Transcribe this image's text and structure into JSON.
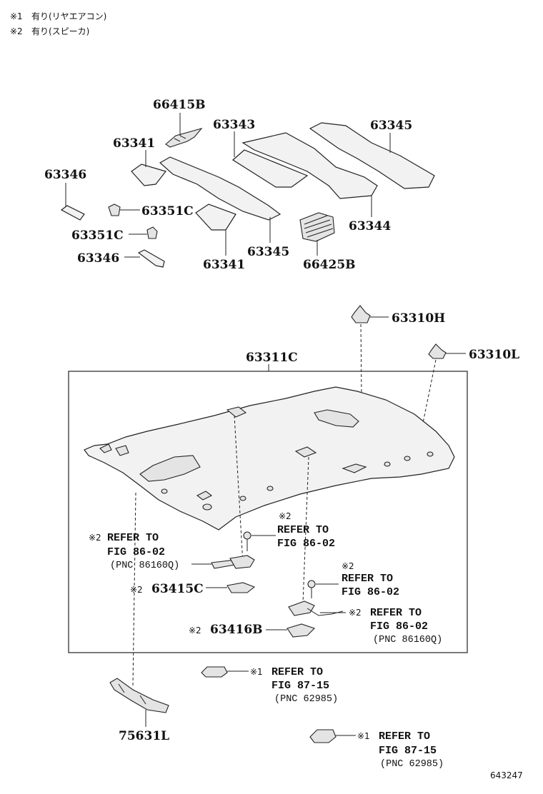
{
  "notes": [
    {
      "mark": "※1",
      "text": "有り(リヤエアコン)"
    },
    {
      "mark": "※2",
      "text": "有り(スピーカ)"
    }
  ],
  "parts": {
    "p66415B": "66415B",
    "p63343": "63343",
    "p63345_top": "63345",
    "p63341_top": "63341",
    "p63346_top": "63346",
    "p63351C_right": "63351C",
    "p63351C_left": "63351C",
    "p63346_bottom": "63346",
    "p63341_bottom": "63341",
    "p63345_bottom": "63345",
    "p66425B": "66425B",
    "p63344": "63344",
    "p63310H": "63310H",
    "p63311C": "63311C",
    "p63310L": "63310L",
    "p63415C": "63415C",
    "p63416B": "63416B",
    "p75631L": "75631L"
  },
  "marks": {
    "m2": "※2",
    "m1": "※1"
  },
  "refs": {
    "refer_to": "REFER TO",
    "fig_86_02": "FIG 86-02",
    "fig_87_15": "FIG 87-15",
    "pnc_86160q": "(PNC 86160Q)",
    "pnc_62985": "(PNC 62985)"
  },
  "catalog_number": "643247"
}
